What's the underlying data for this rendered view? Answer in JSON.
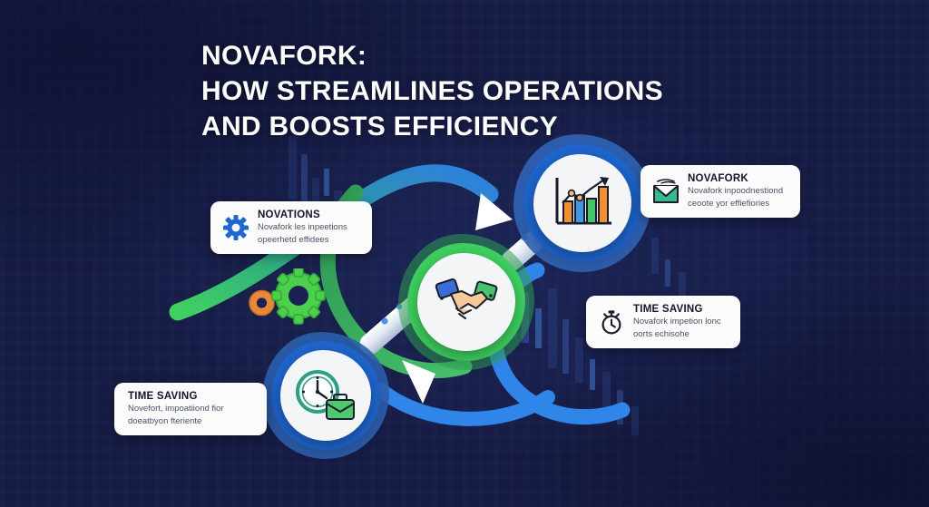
{
  "meta": {
    "background_color": "#161b43",
    "accent_blue": "#1f66cf",
    "accent_green": "#3fd160",
    "accent_orange": "#e8883a",
    "card_background": "#fbfbfc",
    "title_color": "#ffffff"
  },
  "title": {
    "line1": "NOVAFORK:",
    "line2": "HOW STREAMLINES OPERATIONS",
    "line3": "AND BOOSTS EFFICIENCY"
  },
  "nodes": [
    {
      "id": "analytics",
      "icon": "bar-chart-growth-icon",
      "ring_color": "#1f66cf",
      "bars": [
        {
          "color": "#f0902f",
          "height": 30
        },
        {
          "color": "#3d9ae8",
          "height": 38
        },
        {
          "color": "#46c46a",
          "height": 34
        },
        {
          "color": "#f0902f",
          "height": 52
        }
      ]
    },
    {
      "id": "handshake",
      "icon": "handshake-icon",
      "ring_color": "#3fd160"
    },
    {
      "id": "clock",
      "icon": "clock-briefcase-icon",
      "ring_color": "#1f66cf"
    }
  ],
  "gears": {
    "small_color": "#e8883a",
    "large_color": "#4ccf4c",
    "name": "gears-decoration"
  },
  "cards": [
    {
      "id": "innovations",
      "icon": "gear-icon",
      "icon_color": "#1f66cf",
      "title": "NOVATIONS",
      "body_line1": "Novafork  les  inpeetions",
      "body_line2": "opeerhetd  effidees"
    },
    {
      "id": "novafork",
      "icon": "envelope-icon",
      "icon_color": "#2fae7a",
      "title": "NOVAFORK",
      "body_line1": "Novafork  inpoodnestiond",
      "body_line2": "ceoote  yor  effiefiories"
    },
    {
      "id": "time-saving-right",
      "icon": "stopwatch-icon",
      "icon_color": "#14142b",
      "title": "TIME SAVING",
      "body_line1": "Novafork  impetion  lonc",
      "body_line2": "oorts  echisohe"
    },
    {
      "id": "time-saving-left",
      "icon": "none",
      "icon_color": "#14142b",
      "title": "TIME SAVING",
      "body_line1": "Novefort,  impoatiiond  fior",
      "body_line2": "doeatbyon  fteriente"
    }
  ],
  "arrows": [
    {
      "id": "arrow-upper",
      "direction": "right",
      "color": "#ffffff"
    },
    {
      "id": "arrow-lower",
      "direction": "up-left",
      "color": "#ffffff"
    }
  ]
}
